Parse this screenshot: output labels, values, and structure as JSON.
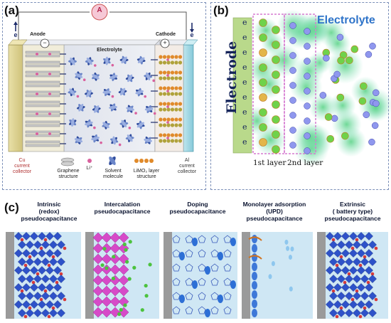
{
  "panel_a": {
    "tag": "(a)",
    "meter": "A",
    "anode": "Anode",
    "cathode": "Cathode",
    "electrolyte": "Electrolyte",
    "minus": "−",
    "plus": "+",
    "left_collector": "Cu\ncurrent\ncollector",
    "right_collector": "Al\ncurrent\ncollector",
    "legend": {
      "graphene": "Graphene\nstructure",
      "li": "Li⁺",
      "solvent": "Solvent\nmolecule",
      "limo": "LiMO₂ layer\nstructure"
    },
    "electron": "e"
  },
  "panel_b": {
    "tag": "(b)",
    "electrode": "Electrode",
    "electrolyte": "Electrolyte",
    "layer1": "1st layer",
    "layer2": "2nd layer",
    "electron": "e"
  },
  "panel_c": {
    "tag": "(c)",
    "headers": [
      "Intrinsic\n(redox)\npseudocapacitance",
      "Intercalation\npseudocapacitance",
      "Doping\npseudocapacitance",
      "Monolayer adsorption\n(UPD)\npseudocapacitance",
      "Extrinsic\n( battery type)\npseudocapacitance"
    ]
  },
  "colors": {
    "panel_border": "#7b8fb8",
    "electrode_green": "#b9d98b",
    "navy": "#15245a",
    "electrolyte_blue": "#2f74c9",
    "ion_green": "#6fd24a",
    "ion_orange": "#e39a2a",
    "anion_blue": "#7c87e6",
    "strip_blue": "#2e52c9",
    "strip_magenta": "#d64ac8"
  }
}
